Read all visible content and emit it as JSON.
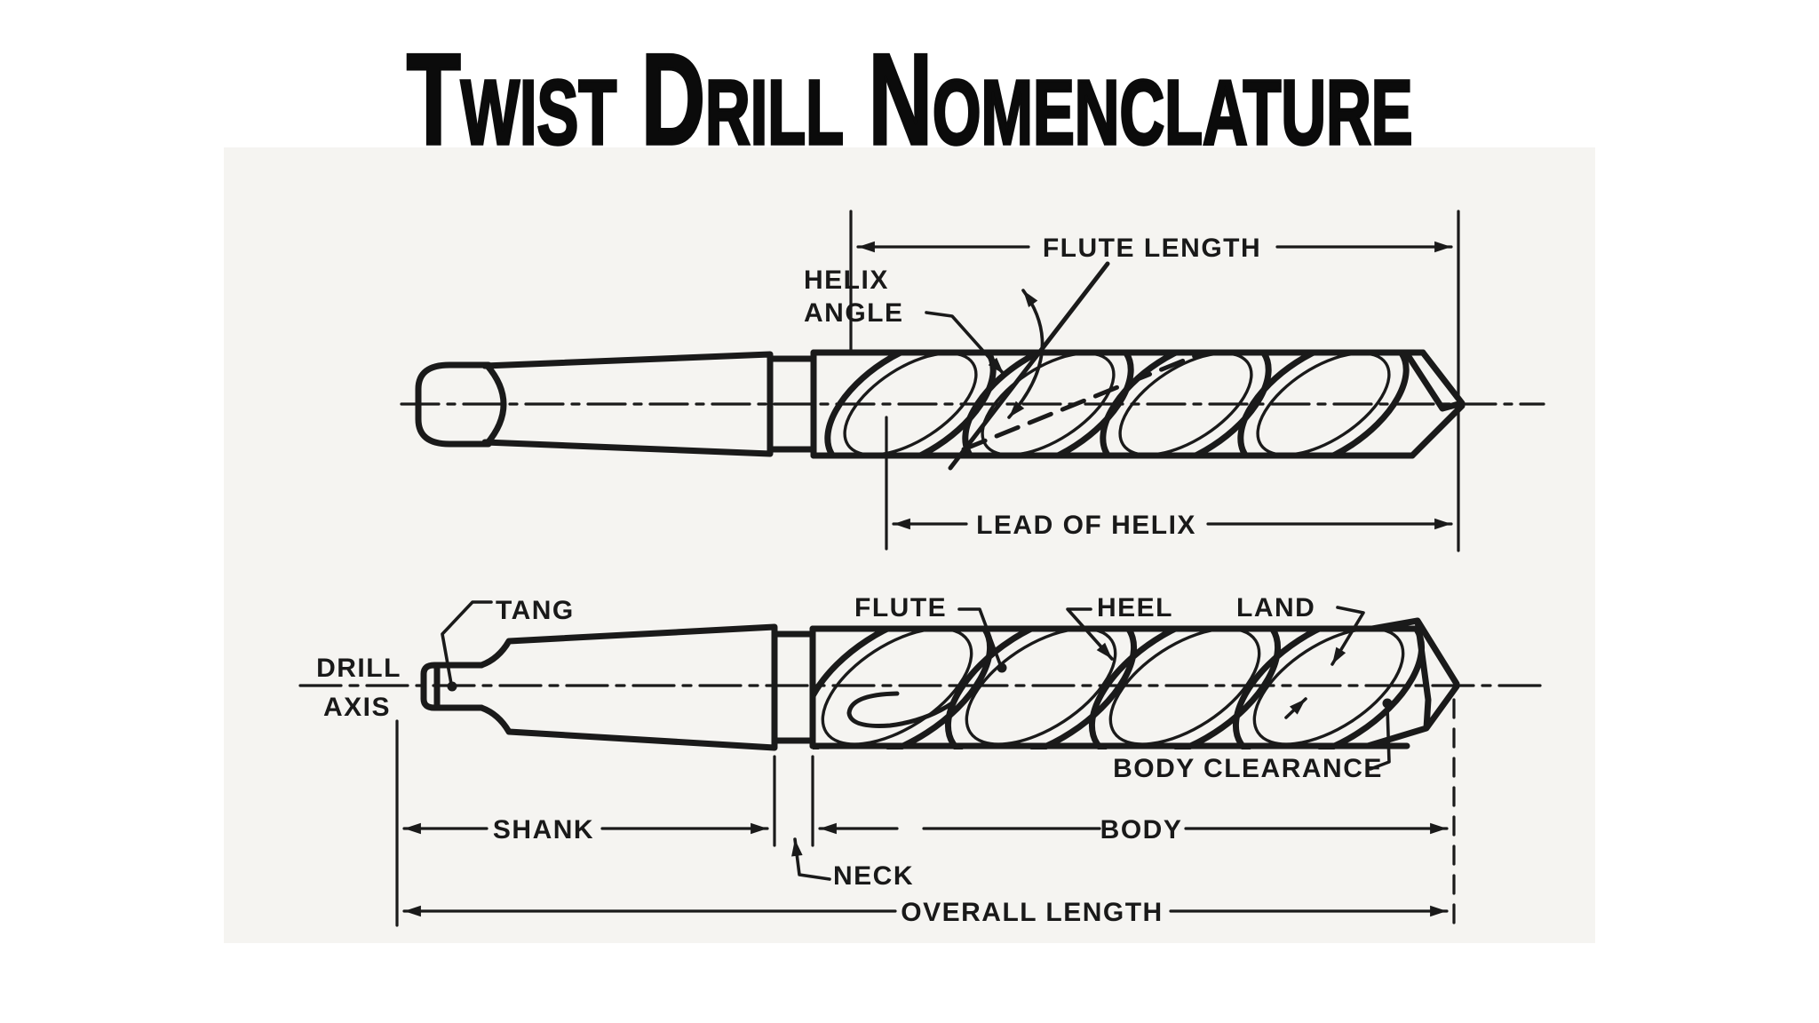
{
  "title": "Twist Drill Nomenclature",
  "colors": {
    "ink": "#1a1a1a",
    "page_background": "#ffffff",
    "scan_background": "#f5f4f1"
  },
  "top_view": {
    "flute_length": "FLUTE LENGTH",
    "helix_angle_line1": "HELIX",
    "helix_angle_line2": "ANGLE",
    "lead_of_helix": "LEAD OF HELIX"
  },
  "bottom_view": {
    "drill_axis_line1": "DRILL",
    "drill_axis_line2": "AXIS",
    "tang": "TANG",
    "flute": "FLUTE",
    "heel": "HEEL",
    "land": "LAND",
    "body_clearance": "BODY CLEARANCE",
    "shank": "SHANK",
    "neck": "NECK",
    "body": "BODY",
    "overall_length": "OVERALL LENGTH"
  }
}
